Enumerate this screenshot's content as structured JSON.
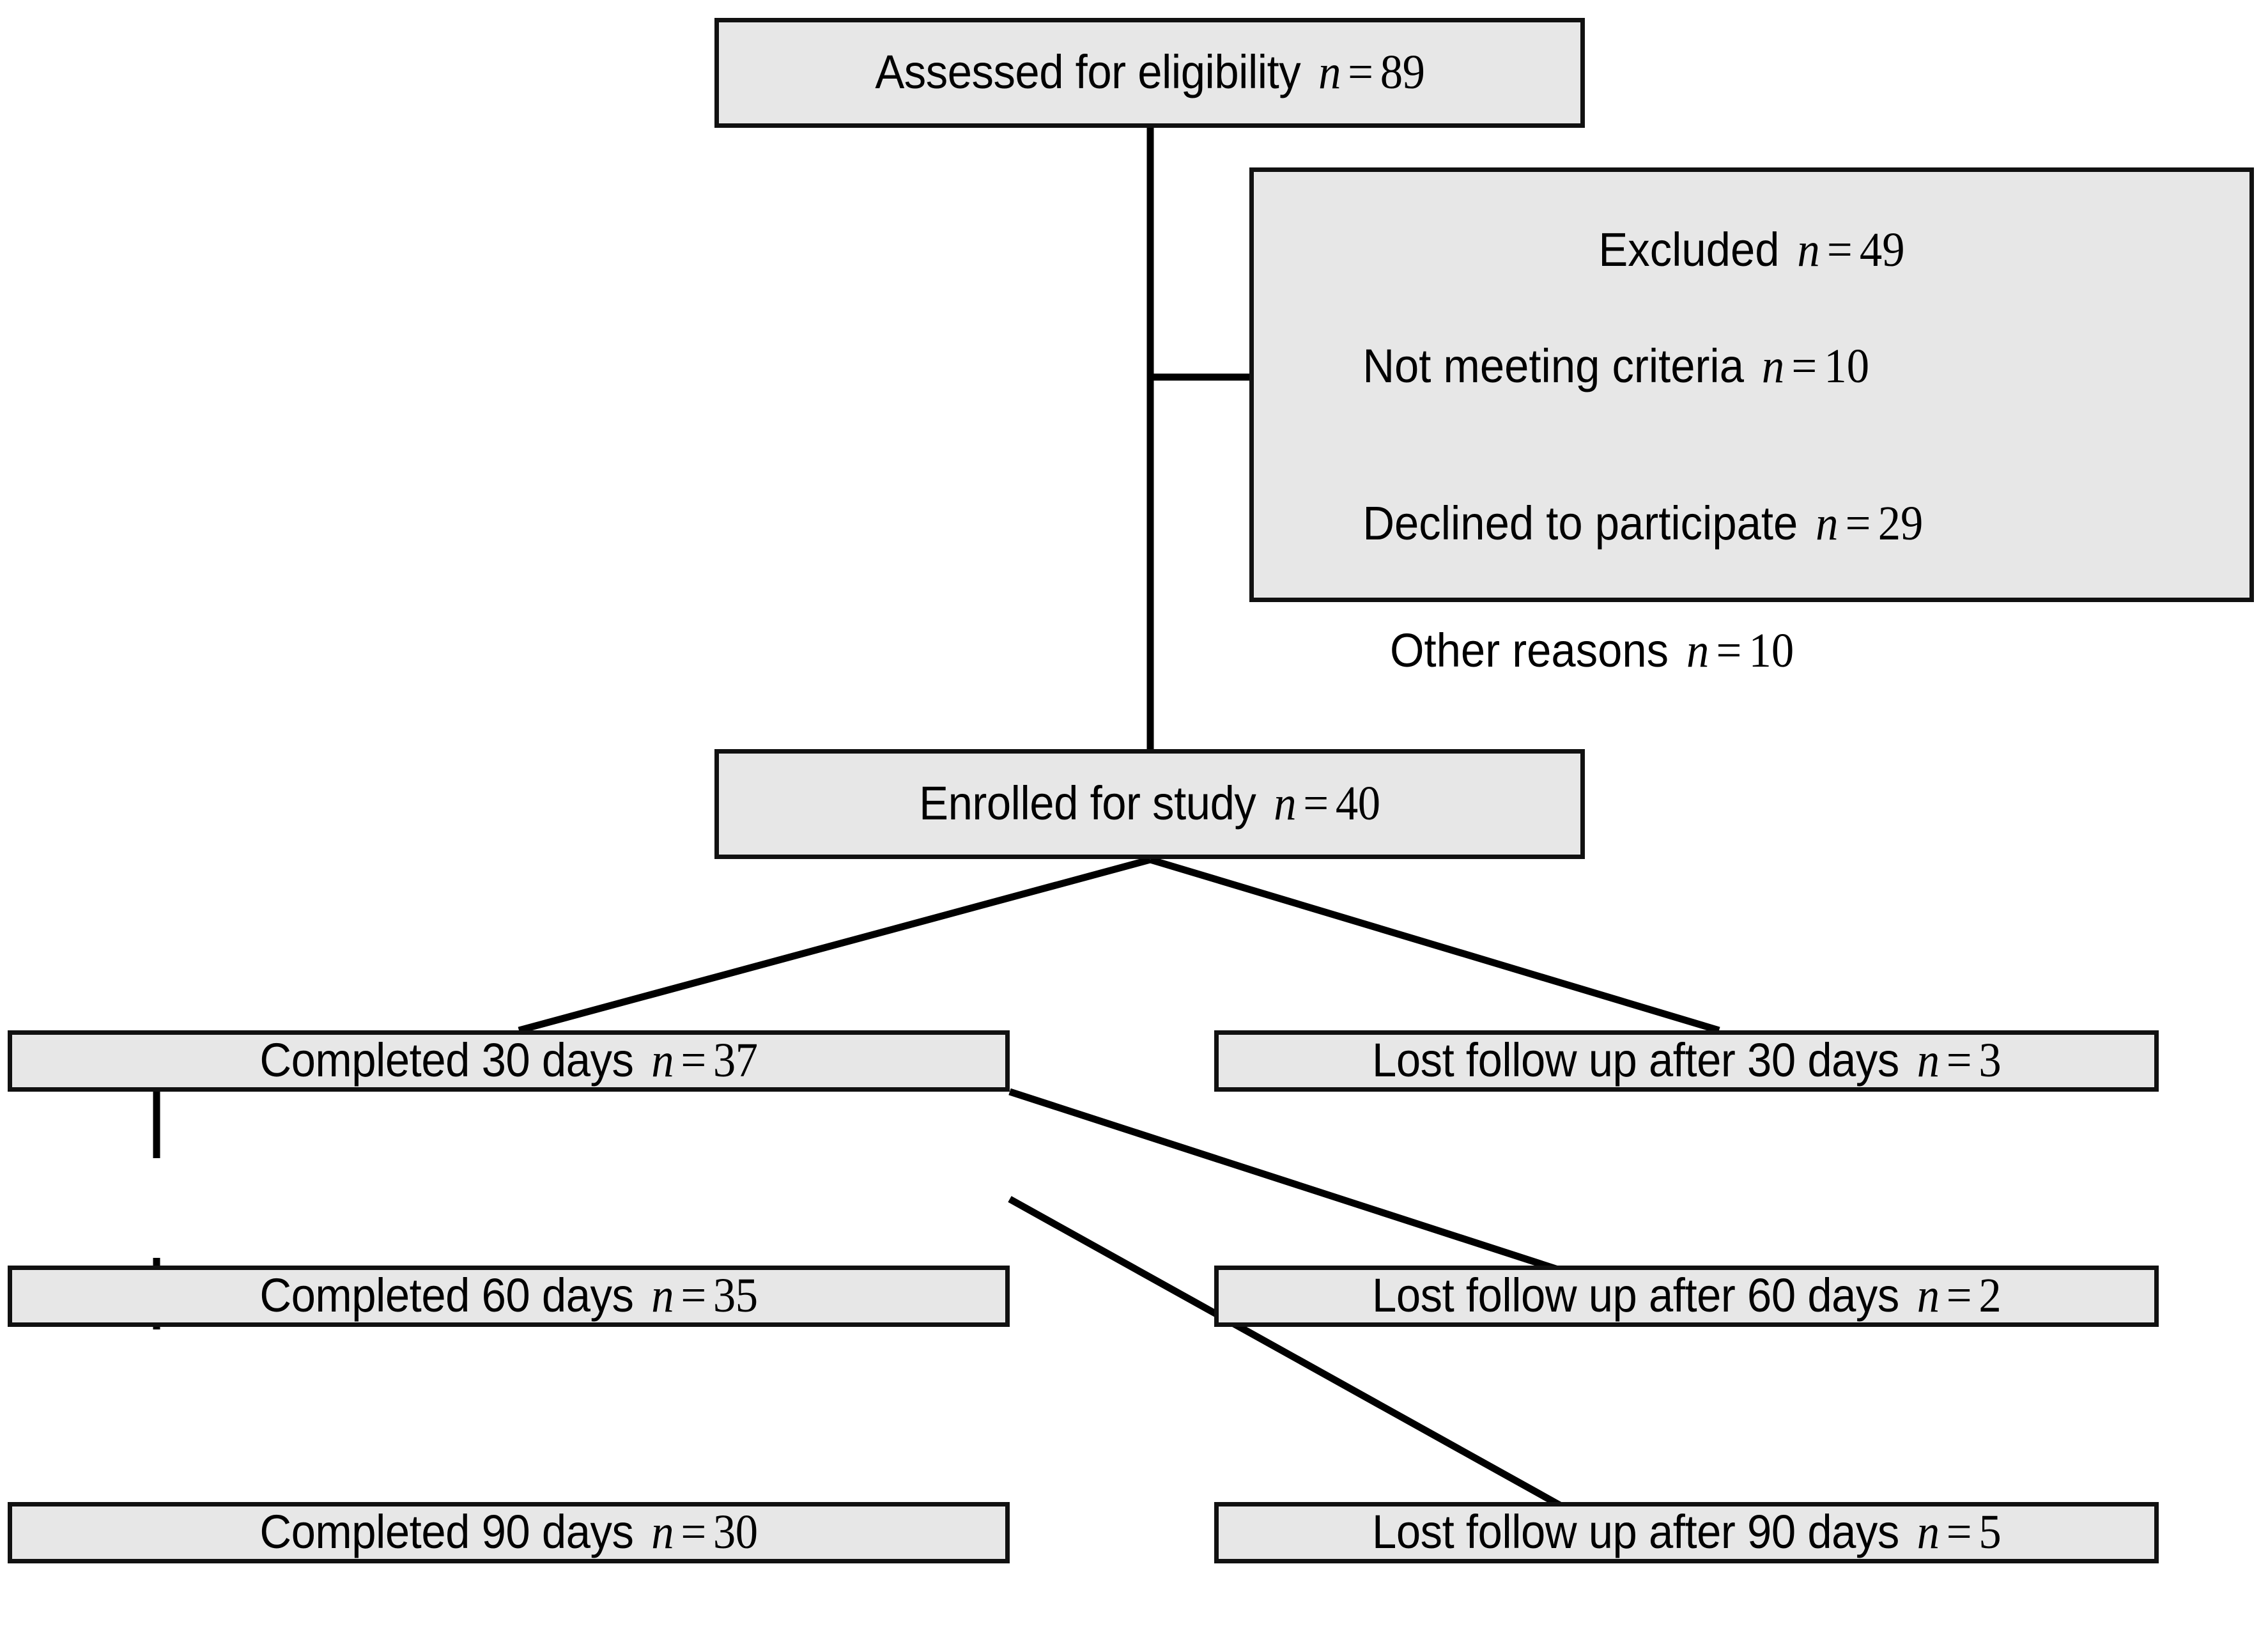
{
  "diagram": {
    "title": "CONSORT participant flow diagram",
    "background_color": "#ffffff",
    "box_fill_color": "#e7e7e7",
    "box_border_color": "#111111",
    "line_color": "#000000"
  },
  "nodes": {
    "assessed": {
      "label": "Assessed for eligibility",
      "n_symbol": "n",
      "equals": "=",
      "n_value": "89"
    },
    "excluded": {
      "header_label": "Excluded",
      "header_n_symbol": "n",
      "header_equals": "=",
      "header_n_value": "49",
      "reasons": [
        {
          "label": "Not meeting criteria",
          "n_symbol": "n",
          "equals": "=",
          "n_value": "10"
        },
        {
          "label": "Declined to participate",
          "n_symbol": "n",
          "equals": "=",
          "n_value": "29"
        }
      ]
    },
    "other_reasons": {
      "label": "Other reasons",
      "n_symbol": "n",
      "equals": "=",
      "n_value": "10"
    },
    "enrolled": {
      "label": "Enrolled for study",
      "n_symbol": "n",
      "equals": "=",
      "n_value": "40"
    },
    "completed_30": {
      "label": "Completed 30 days",
      "n_symbol": "n",
      "equals": "=",
      "n_value": "37"
    },
    "completed_60": {
      "label": "Completed 60 days",
      "n_symbol": "n",
      "equals": "=",
      "n_value": "35"
    },
    "completed_90": {
      "label": "Completed 90 days",
      "n_symbol": "n",
      "equals": "=",
      "n_value": "30"
    },
    "lost_30": {
      "label": "Lost follow up after 30 days",
      "n_symbol": "n",
      "equals": "=",
      "n_value": "3"
    },
    "lost_60": {
      "label": "Lost follow up after 60 days",
      "n_symbol": "n",
      "equals": "=",
      "n_value": "2"
    },
    "lost_90": {
      "label": "Lost follow up after 90 days",
      "n_symbol": "n",
      "equals": "=",
      "n_value": "5"
    }
  },
  "chart_data": {
    "type": "diagram",
    "title": "CONSORT participant flow diagram",
    "flow": [
      {
        "stage": "Assessed for eligibility",
        "n": 89
      },
      {
        "stage": "Excluded",
        "n": 49
      },
      {
        "stage": "Not meeting criteria",
        "n": 10
      },
      {
        "stage": "Declined to participate",
        "n": 29
      },
      {
        "stage": "Other reasons",
        "n": 10
      },
      {
        "stage": "Enrolled for study",
        "n": 40
      },
      {
        "stage": "Completed 30 days",
        "n": 37
      },
      {
        "stage": "Lost follow up after 30 days",
        "n": 3
      },
      {
        "stage": "Completed 60 days",
        "n": 35
      },
      {
        "stage": "Lost follow up after 60 days",
        "n": 2
      },
      {
        "stage": "Completed 90 days",
        "n": 30
      },
      {
        "stage": "Lost follow up after 90 days",
        "n": 5
      }
    ]
  }
}
